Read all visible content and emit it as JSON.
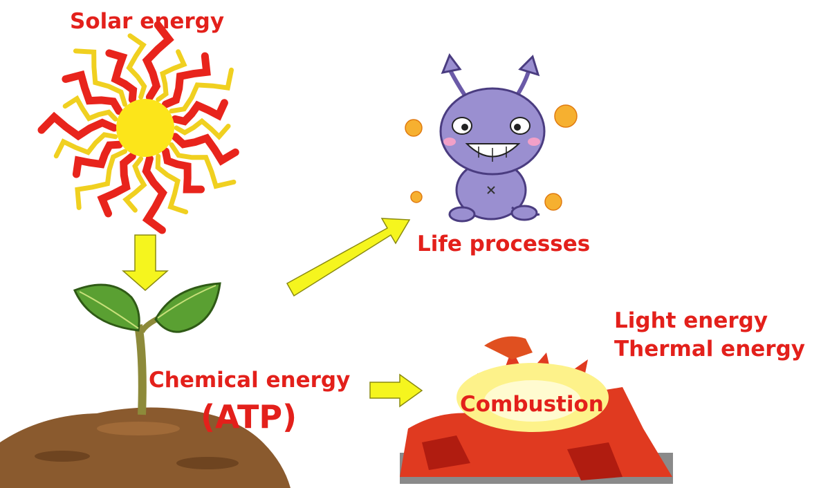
{
  "labels": {
    "solar": "Solar energy",
    "life": "Life processes",
    "light": "Light energy",
    "thermal": "Thermal energy",
    "chemical": "Chemical energy",
    "atp": "(ATP)",
    "combustion": "Combustion"
  },
  "colors": {
    "text": "#e3201b",
    "arrow": "#f5f51e",
    "sun_core": "#fce51a",
    "sun_rays": "#e8241c",
    "creature": "#9a8fd0"
  }
}
